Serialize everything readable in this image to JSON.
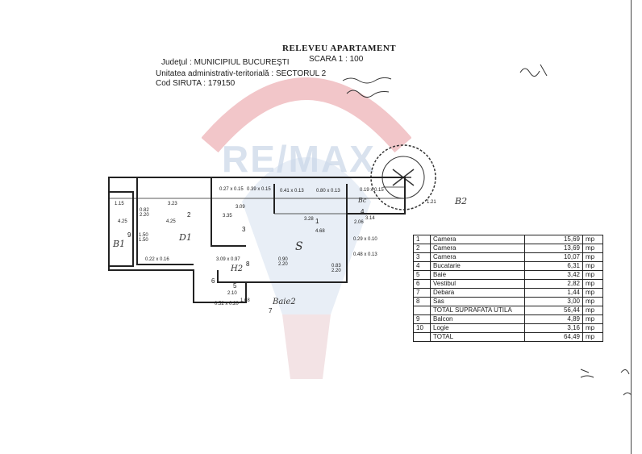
{
  "header": {
    "title": "RELEVEU APARTAMENT",
    "scale": "SCARA 1 : 100",
    "county": "Judeţul : MUNICIPIUL BUCUREŞTI",
    "unit": "Unitatea administrativ-teritorială : SECTORUL 2",
    "siruta": "Cod SIRUTA : 179150"
  },
  "watermark": {
    "text": "RE/MAX",
    "color": "#dc1c2e"
  },
  "rooms": [
    {
      "n": "1",
      "name": "Camera",
      "area": "15,69",
      "unit": "mp"
    },
    {
      "n": "2",
      "name": "Camera",
      "area": "13,69",
      "unit": "mp"
    },
    {
      "n": "3",
      "name": "Camera",
      "area": "10,07",
      "unit": "mp"
    },
    {
      "n": "4",
      "name": "Bucatarie",
      "area": "6,31",
      "unit": "mp"
    },
    {
      "n": "5",
      "name": "Baie",
      "area": "3,42",
      "unit": "mp"
    },
    {
      "n": "6",
      "name": "Vestibul",
      "area": "2,82",
      "unit": "mp"
    },
    {
      "n": "7",
      "name": "Debara",
      "area": "1,44",
      "unit": "mp"
    },
    {
      "n": "8",
      "name": "Sas",
      "area": "3,00",
      "unit": "mp"
    }
  ],
  "total_util": {
    "label": "TOTAL SUPRAFATA UTILA",
    "area": "56,44",
    "unit": "mp"
  },
  "extras": [
    {
      "n": "9",
      "name": "Balcon",
      "area": "4,89",
      "unit": "mp"
    },
    {
      "n": "10",
      "name": "Logie",
      "area": "3,16",
      "unit": "mp"
    }
  ],
  "total": {
    "label": "TOTAL",
    "area": "64,49",
    "unit": "mp"
  },
  "plan_labels": {
    "dims": [
      "1.15",
      "3.23",
      "3.09",
      "3.28",
      "2.06",
      "1.21",
      "4.25",
      "4.25",
      "3.35",
      "4.68",
      "3.14",
      "2.10",
      "1.68"
    ],
    "openings": [
      "0.27 x 0.15",
      "0.39 x 0.15",
      "0.41 x 0.13",
      "0.80 x 0.13",
      "0.19 x 0.15",
      "0.22 x 0.16",
      "3.09 x 0.97",
      "0.52 x 0.20",
      "1.50",
      "1.50",
      "0.82",
      "2.20",
      "0.90",
      "2.20",
      "0.83",
      "2.20",
      "0.48 x 0.13",
      "0.29 x 0.10"
    ],
    "marks": {
      "B1": "B1",
      "D1": "D1",
      "S": "S",
      "H2": "H2",
      "B2": "B2",
      "Baie2": "Baie2",
      "Bc": "Bc"
    }
  }
}
